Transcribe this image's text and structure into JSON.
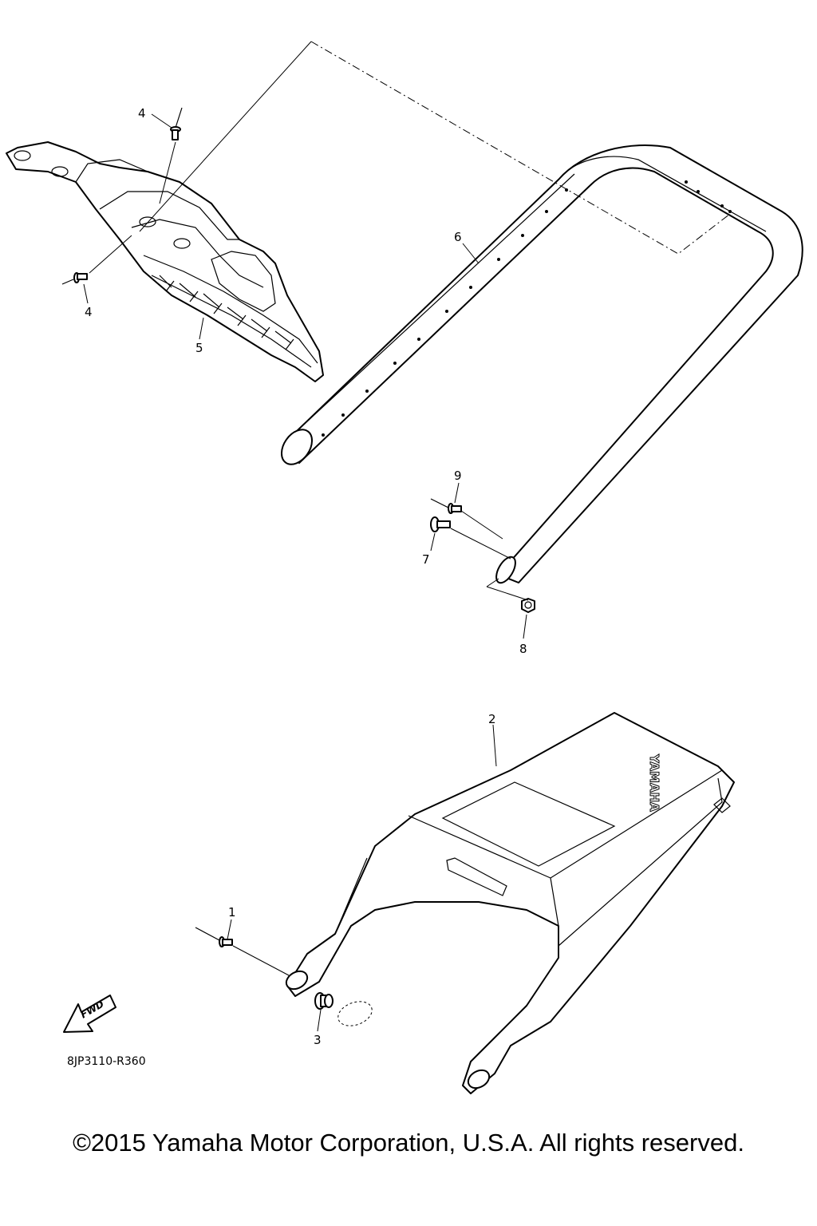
{
  "diagram": {
    "callouts": [
      {
        "id": "c1",
        "label": "1"
      },
      {
        "id": "c2",
        "label": "2"
      },
      {
        "id": "c3",
        "label": "3"
      },
      {
        "id": "c4a",
        "label": "4"
      },
      {
        "id": "c4b",
        "label": "4"
      },
      {
        "id": "c5",
        "label": "5"
      },
      {
        "id": "c6",
        "label": "6"
      },
      {
        "id": "c7",
        "label": "7"
      },
      {
        "id": "c8",
        "label": "8"
      },
      {
        "id": "c9",
        "label": "9"
      }
    ],
    "fwd_label": "FWD",
    "brand_mark": "YAMAHA",
    "drawing_code": "8JP3110-R360"
  },
  "footer": {
    "copyright": "©2015 Yamaha Motor Corporation, U.S.A. All rights reserved."
  },
  "colors": {
    "line": "#000000",
    "background": "#ffffff"
  }
}
